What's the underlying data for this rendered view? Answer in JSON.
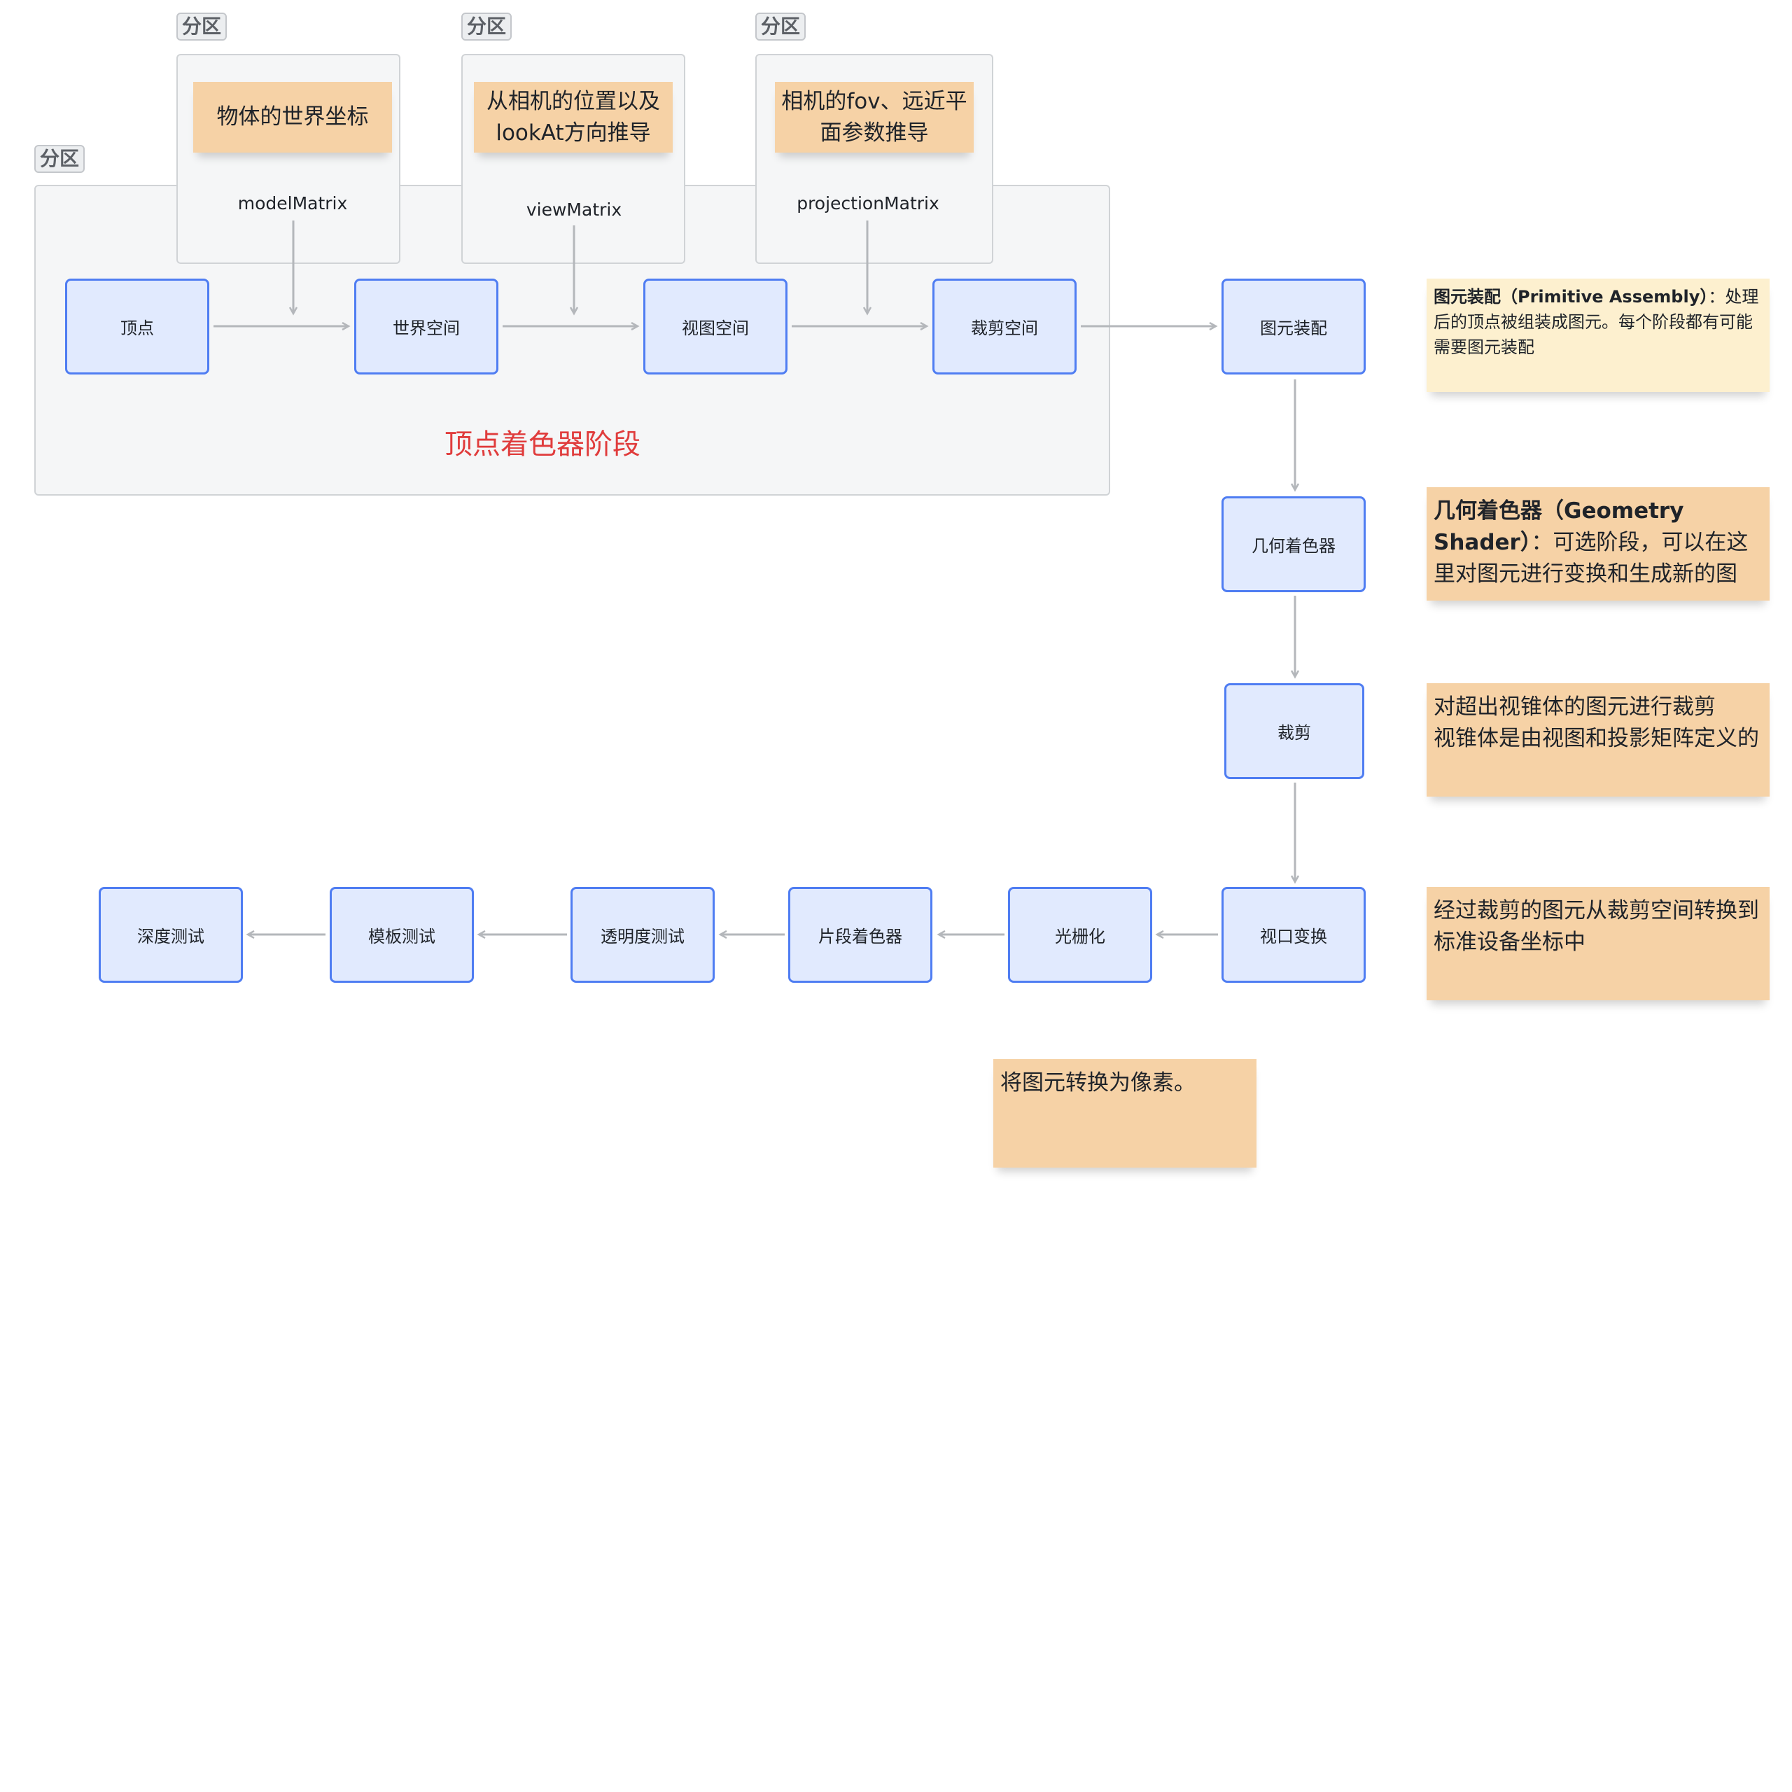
{
  "section_tag": "分区",
  "stage_label": "顶点着色器阶段",
  "matrices": [
    {
      "sticky": "物体的世界坐标",
      "matrix": "modelMatrix"
    },
    {
      "sticky": "从相机的位置以及\nlookAt方向推导",
      "matrix": "viewMatrix"
    },
    {
      "sticky": "相机的fov、远近平\n面参数推导",
      "matrix": "projectionMatrix"
    }
  ],
  "nodes": {
    "vertex": "顶点",
    "world_space": "世界空间",
    "view_space": "视图空间",
    "clip_space": "裁剪空间",
    "primitive_assembly": "图元装配",
    "geometry_shader": "几何着色器",
    "clipping": "裁剪",
    "viewport_transform": "视口变换",
    "rasterization": "光栅化",
    "fragment_shader": "片段着色器",
    "alpha_test": "透明度测试",
    "stencil_test": "模板测试",
    "depth_test": "深度测试"
  },
  "notes": {
    "primitive_assembly": {
      "bold": "图元装配（Primitive Assembly）",
      "text": "：处理后的顶点被组装成图元。每个阶段都有可能需要图元装配"
    },
    "geometry_shader": {
      "bold": "几何着色器（Geometry Shader）",
      "text": "：可选阶段，可以在这里对图元进行变换和生成新的图"
    },
    "clipping": "对超出视锥体的图元进行裁剪\n视锥体是由视图和投影矩阵定义的",
    "viewport": "经过裁剪的图元从裁剪空间转换到标准设备坐标中",
    "rasterization": "将图元转换为像素。"
  },
  "colors": {
    "node_fill": "#e1eafe",
    "node_border": "#4f7df2",
    "sticky": "#f6d2a6",
    "sticky_pale": "#fdf0cf",
    "stage_text": "#e03c3c",
    "connector": "#b4b7bb"
  }
}
